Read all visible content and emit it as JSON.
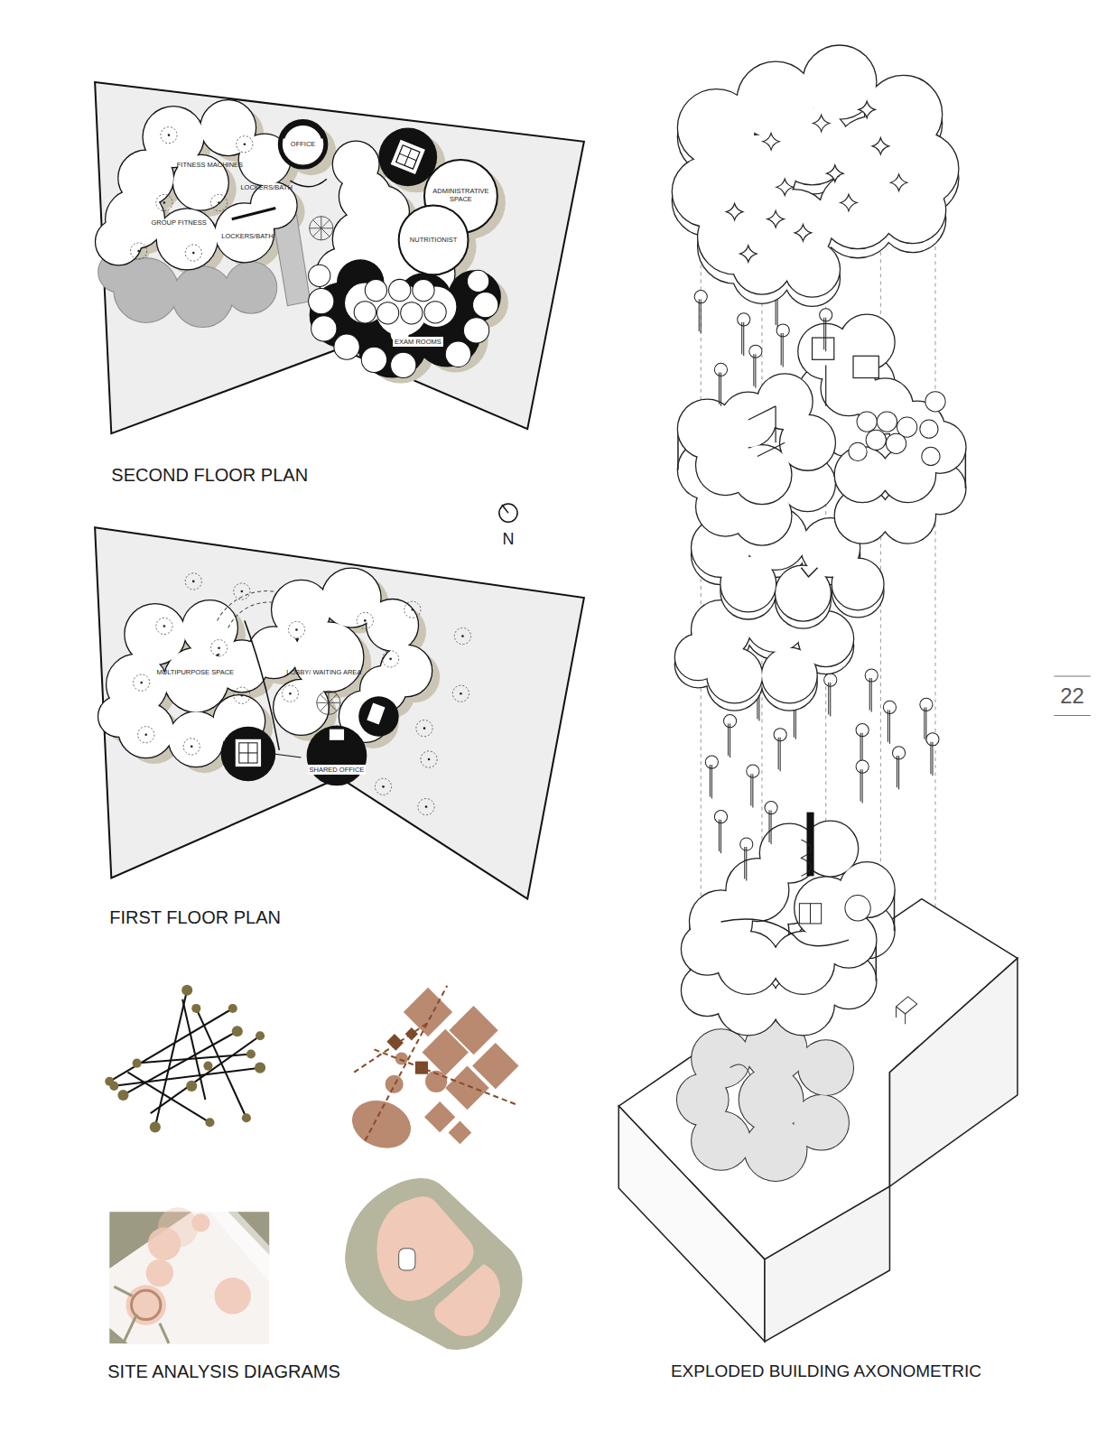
{
  "diagram": {
    "nodes": [
      {
        "text": [
          "FITNESS MACHINES"
        ]
      },
      {
        "text": [
          "OFFICE"
        ]
      },
      {
        "text": [
          "ADMINISTRATIVE SPACE"
        ]
      },
      {
        "text": [
          "LOCKERS/BATH"
        ]
      },
      {
        "text": [
          "GROUP FITNESS"
        ]
      },
      {
        "text": [
          "LOCKERS/BATH"
        ]
      },
      {
        "text": [
          "NUTRITIONIST"
        ]
      },
      {
        "text": [
          "EXAM ROOMS"
        ]
      },
      {
        "text": [
          "LOBBY/ WAITING AREA"
        ]
      },
      {
        "text": [
          "MULTIPURPOSE SPACE"
        ]
      },
      {
        "text": [
          "SHARED OFFICE"
        ]
      }
    ],
    "labels": [
      "SECOND FLOOR PLAN",
      "N",
      "FIRST FLOOR PLAN",
      "22",
      "SITE ANALYSIS DIAGRAMS",
      "EXPLODED BUILDING AXONOMETRIC"
    ]
  }
}
